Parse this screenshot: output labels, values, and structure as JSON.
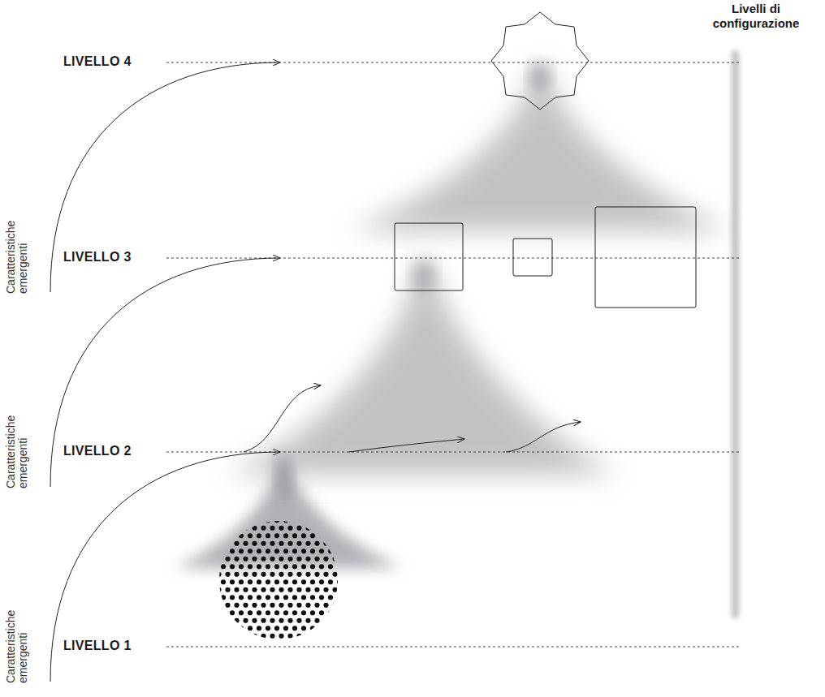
{
  "diagram": {
    "labels": [
      "Livelli di configurazione",
      "LIVELLO 4",
      "Caratteristiche emergenti",
      "LIVELLO 3",
      "Caratteristiche emergenti",
      "LIVELLO 2",
      "Caratteristiche emergenti",
      "LIVELLO 1"
    ]
  }
}
